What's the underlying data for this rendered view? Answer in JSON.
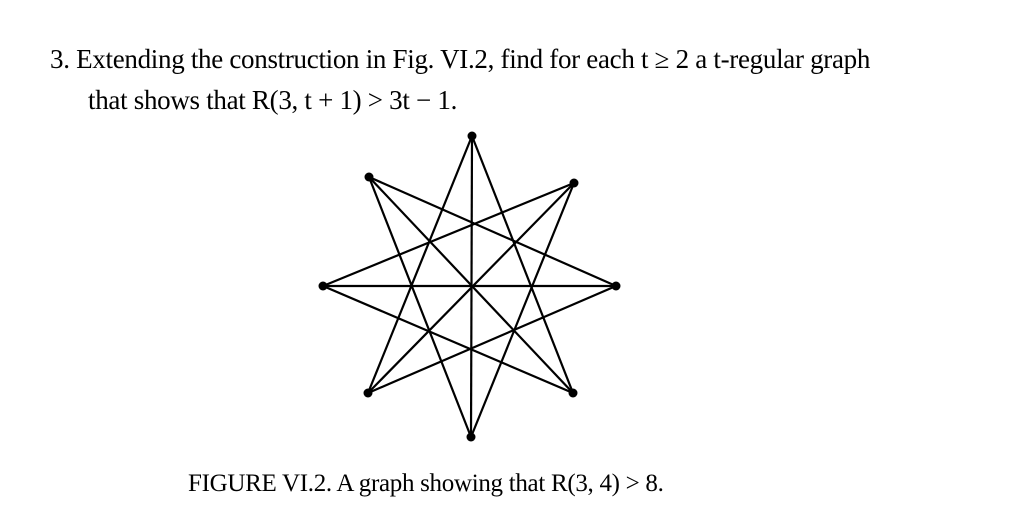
{
  "problem": {
    "number": "3.",
    "line1": "Extending the construction in Fig. VI.2, find for each t ≥ 2 a t-regular graph",
    "line2": "that shows that R(3, t + 1) > 3t − 1."
  },
  "figure": {
    "caption": "FIGURE VI.2. A graph showing that R(3, 4) > 8.",
    "vertex_count": 8,
    "edge_offsets": [
      3,
      4
    ]
  }
}
